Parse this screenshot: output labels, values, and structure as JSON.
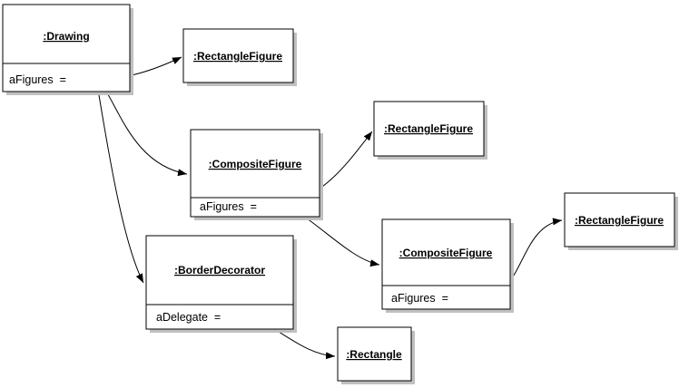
{
  "diagram": {
    "kind": "uml-object-diagram",
    "background_color": "#ffffff",
    "line_color": "#000000",
    "shadow_color": "#c0c0c0",
    "nodes": [
      {
        "id": "drawing",
        "title": ":Drawing",
        "attribute": "aFigures  ="
      },
      {
        "id": "rectangle-figure-1",
        "title": ":RectangleFigure"
      },
      {
        "id": "composite-figure-1",
        "title": ":CompositeFigure",
        "attribute": "aFigures  ="
      },
      {
        "id": "rectangle-figure-2",
        "title": ":RectangleFigure"
      },
      {
        "id": "composite-figure-2",
        "title": ":CompositeFigure",
        "attribute": "aFigures  ="
      },
      {
        "id": "rectangle-figure-3",
        "title": ":RectangleFigure"
      },
      {
        "id": "border-decorator",
        "title": ":BorderDecorator",
        "attribute": "aDelegate  ="
      },
      {
        "id": "rectangle",
        "title": ":Rectangle"
      }
    ],
    "edges": [
      {
        "from": "drawing.aFigures",
        "to": "rectangle-figure-1"
      },
      {
        "from": "drawing.aFigures",
        "to": "composite-figure-1"
      },
      {
        "from": "drawing.aFigures",
        "to": "border-decorator"
      },
      {
        "from": "composite-figure-1.aFigures",
        "to": "rectangle-figure-2"
      },
      {
        "from": "composite-figure-1.aFigures",
        "to": "composite-figure-2"
      },
      {
        "from": "composite-figure-2.aFigures",
        "to": "rectangle-figure-3"
      },
      {
        "from": "border-decorator.aDelegate",
        "to": "rectangle"
      }
    ]
  }
}
